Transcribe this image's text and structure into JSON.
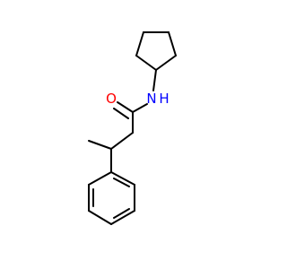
{
  "molecule": {
    "atoms": {
      "oxygen": {
        "symbol": "O",
        "color": "#ff0000"
      },
      "nitrogen": {
        "symbol": "N",
        "color": "#0000ff"
      },
      "hydrogen": {
        "symbol": "H",
        "color": "#0000ff"
      }
    },
    "bond_color": "#000000"
  }
}
